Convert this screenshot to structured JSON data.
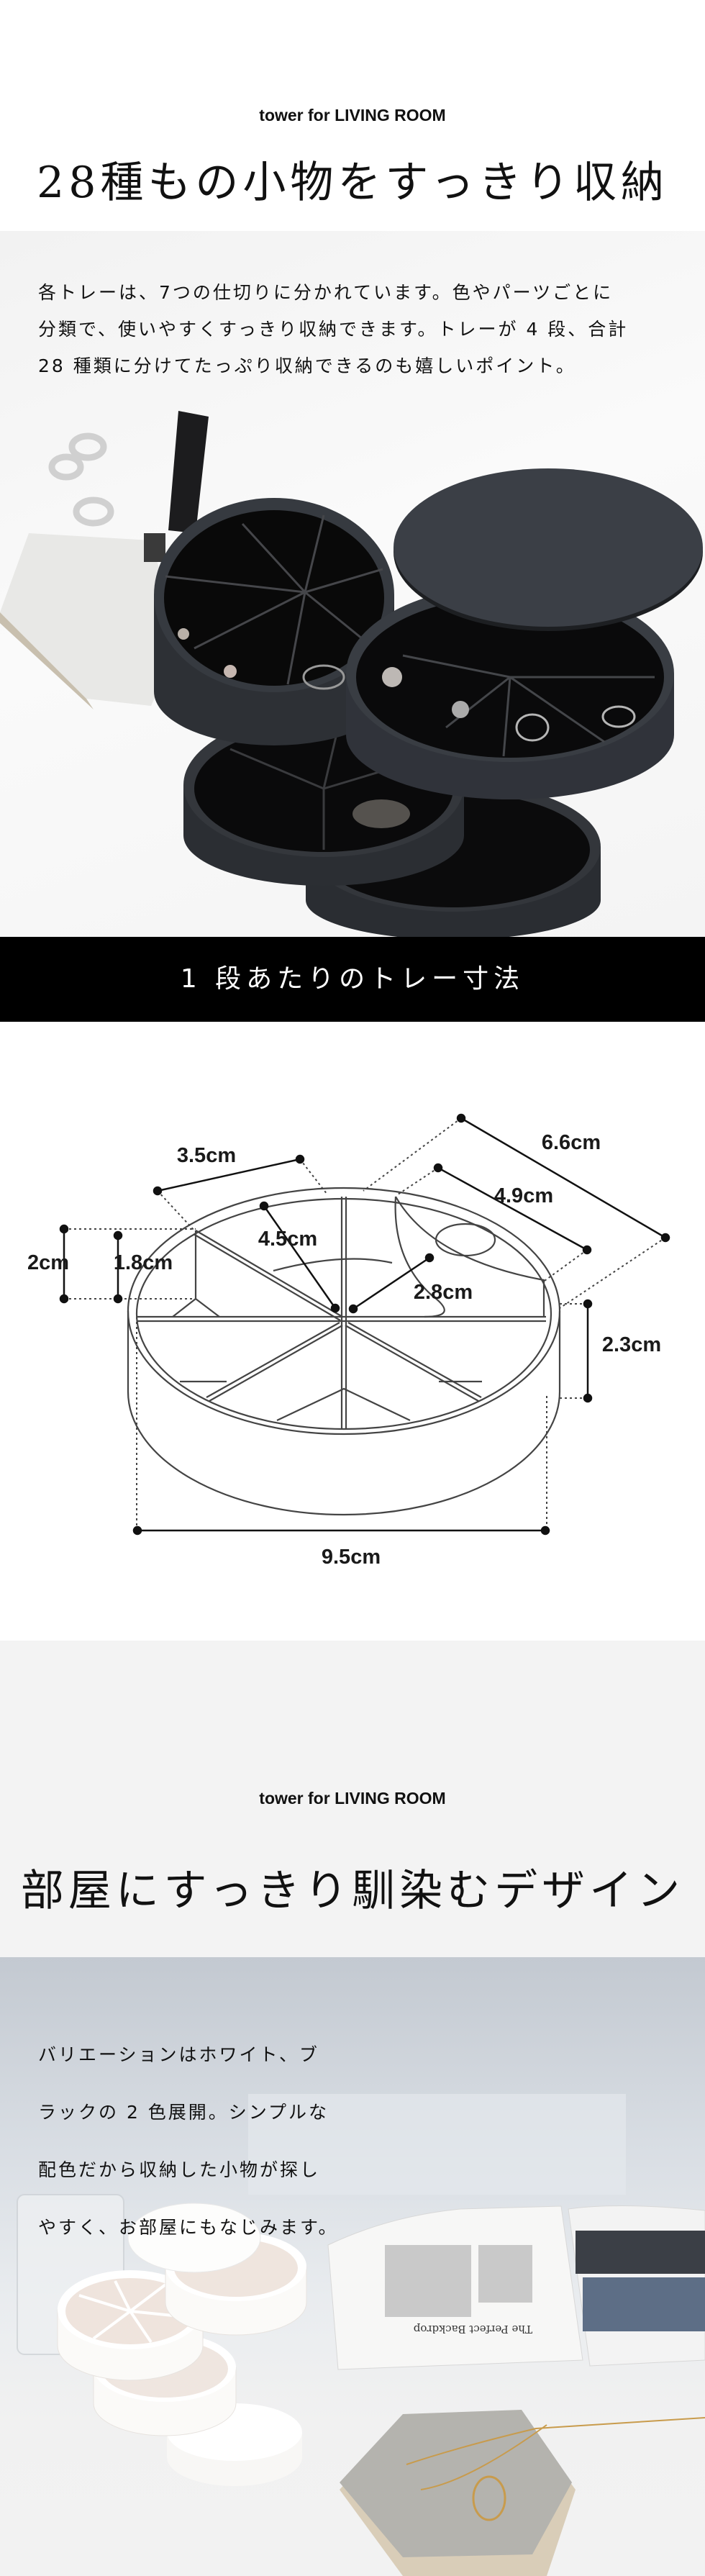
{
  "section1": {
    "kicker": "tower for  LIVING ROOM",
    "heading": "28種もの小物をすっきり収納",
    "body_lines": [
      "各トレーは、7つの仕切りに分かれています。色やパーツごとに",
      "分類で、使いやすくすっきり収納できます。トレーが 4 段、合計",
      "28 種類に分けてたっぷり収納できるのも嬉しいポイント。"
    ]
  },
  "band": {
    "title": "1 段あたりのトレー寸法"
  },
  "dimensions": {
    "width_outer": "9.5cm",
    "height_outer": "2.3cm",
    "depth_2": "2cm",
    "depth_inner": "1.8cm",
    "section_arc": "3.5cm",
    "radius": "4.5cm",
    "ring_inner": "2.8cm",
    "ring_section": "4.9cm",
    "ring_outer": "6.6cm"
  },
  "section2": {
    "kicker": "tower for LIVING ROOM",
    "heading": "部屋にすっきり馴染むデザイン",
    "body_lines": [
      "バリエーションはホワイト、ブ",
      "ラックの 2 色展開。シンプルな",
      "配色だから収納した小物が探し",
      "やすく、お部屋にもなじみます。"
    ]
  },
  "magazine_title": "The Perfect Backdrop",
  "colors": {
    "band": "#000000",
    "section2_bg": "#f3f3f3",
    "tray_black": "#2c2f34",
    "tray_white": "#fbfaf8"
  }
}
